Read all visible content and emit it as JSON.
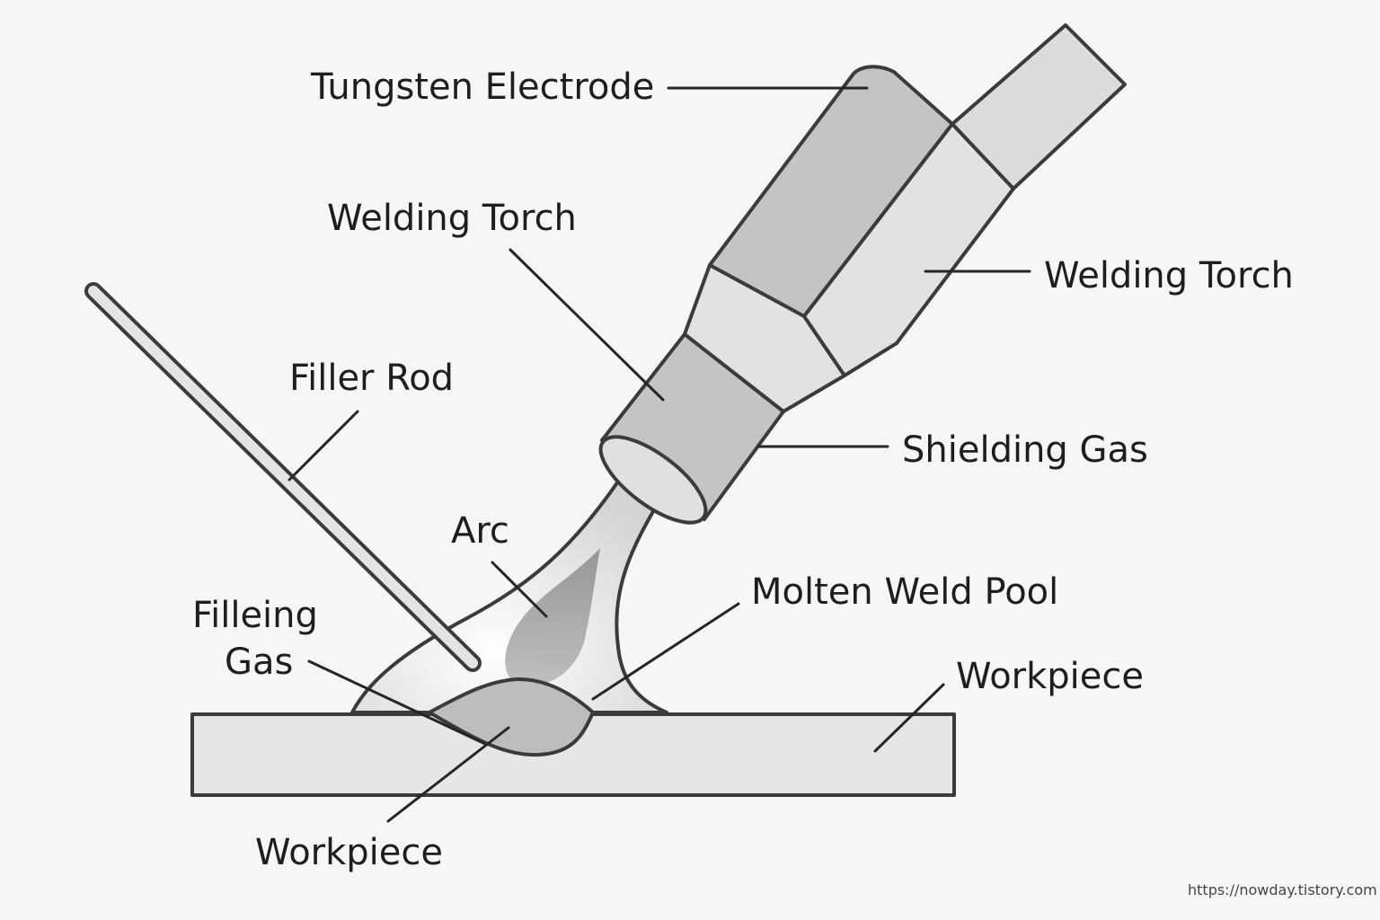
{
  "labels": {
    "tungsten_electrode": "Tungsten Electrode",
    "welding_torch_upper": "Welding Torch",
    "welding_torch_right": "Welding Torch",
    "filler_rod": "Filler Rod",
    "shielding_gas": "Shielding Gas",
    "arc": "Arc",
    "molten_weld_pool": "Molten Weld Pool",
    "filleing_line1": "Filleing",
    "filleing_line2": "Gas",
    "workpiece_right": "Workpiece",
    "workpiece_bottom": "Workpiece"
  },
  "credit": "https://nowday.tistory.com",
  "colors": {
    "background": "#f6f6f6",
    "outline": "#3b3b3b",
    "torch_dark": "#c4c4c4",
    "torch_light": "#e2e2e2",
    "workpiece": "#e6e6e6",
    "weld_pool": "#bdbdbd",
    "arc_core": "#9c9c9c"
  }
}
